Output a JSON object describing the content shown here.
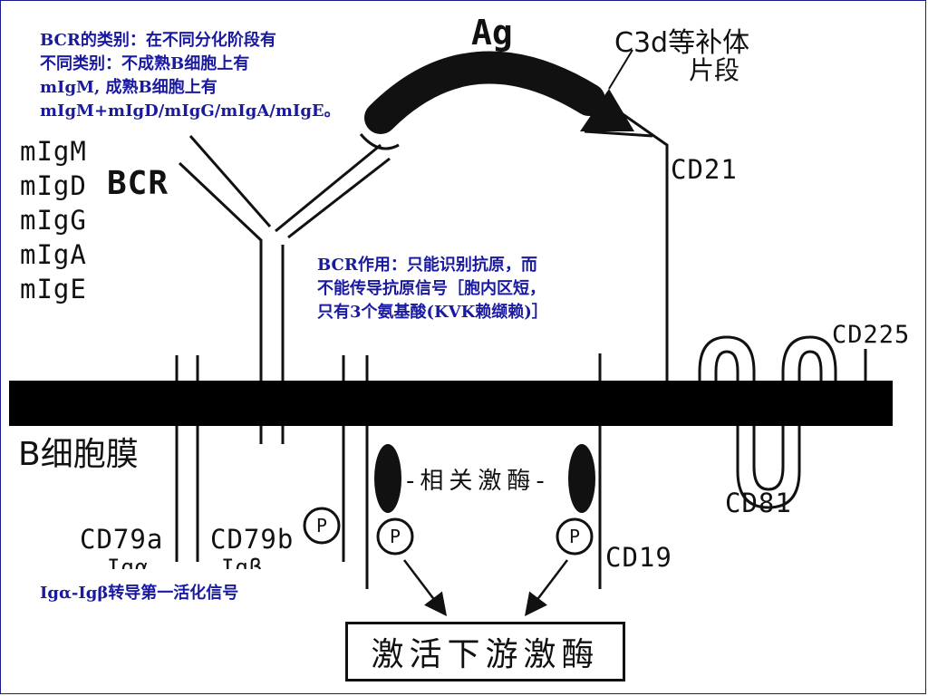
{
  "notes": {
    "bcr_types": "BCR的类别：在不同分化阶段有\n不同类别：不成熟B细胞上有\nmIgM, 成熟B细胞上有\nmIgM+mIgD/mIgG/mIgA/mIgE。",
    "bcr_function": "BCR作用：只能识别抗原，而\n不能传导抗原信号［胞内区短，\n只有3个氨基酸(KVK赖缬赖)］",
    "ig_signal": "Igα-Igβ转导第一活化信号"
  },
  "labels": {
    "ag": "Ag",
    "c3d_line1": "C3d等补体",
    "c3d_line2": "片段",
    "cd21": "CD21",
    "cd225": "CD225",
    "cd81": "CD81",
    "cd19": "CD19",
    "cd79a": "CD79a",
    "cd79b": "CD79b",
    "ig_alpha": "Igα",
    "ig_beta": "Igβ",
    "bcr": "BCR",
    "membrane": "B细胞膜",
    "kinase": "-相关激酶-",
    "p": "P",
    "downstream": "激活下游激酶"
  },
  "isotypes": [
    "mIgM",
    "mIgD",
    "mIgG",
    "mIgA",
    "mIgE"
  ],
  "colors": {
    "note_text": "#1a1aa0",
    "frame": "#1a1a8c",
    "ink": "#111111"
  }
}
